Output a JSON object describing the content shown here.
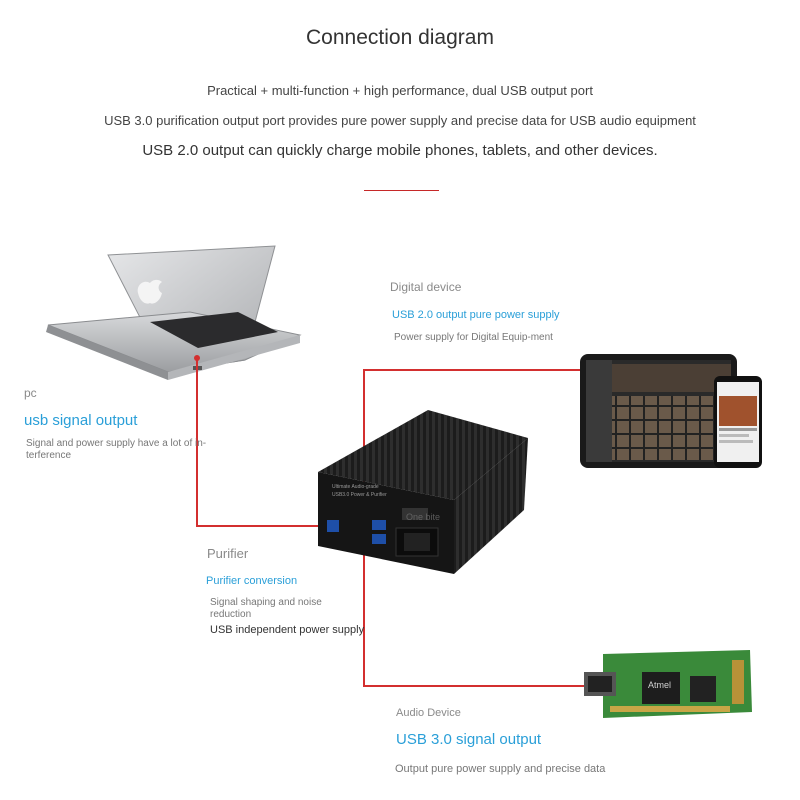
{
  "header": {
    "title": "Connection diagram",
    "line1": "Practical + multi-function + high performance, dual USB output port",
    "line2": "USB 3.0 purification output port provides pure power supply and precise data for USB audio equipment",
    "line3": "USB 2.0 output can quickly charge mobile phones, tablets, and other devices."
  },
  "pc": {
    "name": "pc",
    "accent": "usb signal output",
    "desc": "Signal and power supply have a lot of in-terference"
  },
  "digital": {
    "name": "Digital device",
    "accent": "USB 2.0 output pure power supply",
    "desc": "Power supply for Digital Equip-ment"
  },
  "purifier": {
    "name": "Purifier",
    "accent": "Purifier conversion",
    "desc1": "Signal shaping and noise reduction",
    "desc2": "USB independent power supply"
  },
  "audio": {
    "name": "Audio Device",
    "accent": "USB 3.0 signal output",
    "desc": "Output pure power supply and precise data"
  },
  "box": {
    "front_text1": "Ultimate Audio-grade",
    "front_text2": "USB3.0 Power & Purifier",
    "watermark": "One bite"
  },
  "board": {
    "chip_text": "Atmel"
  },
  "colors": {
    "line": "#d32f2f",
    "accent": "#2a9fd8"
  }
}
